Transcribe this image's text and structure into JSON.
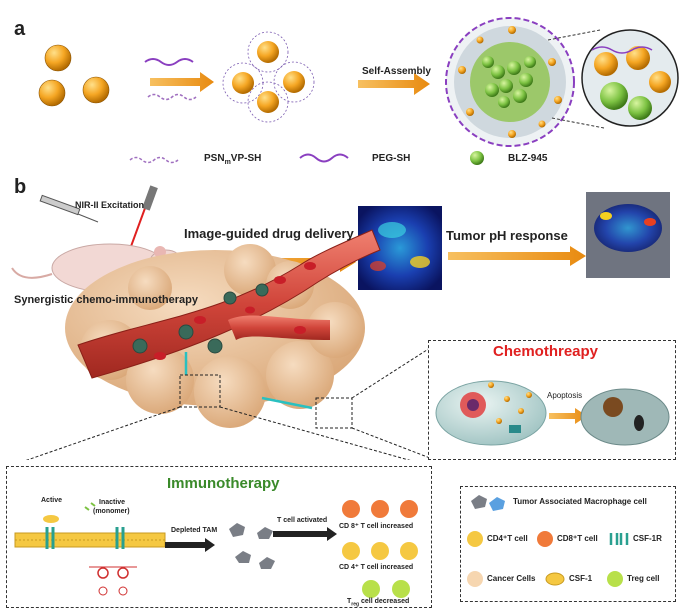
{
  "panel_a": {
    "letter": "a",
    "step_label": "Self-Assembly",
    "legend": {
      "psn_prefix": "PSN",
      "psn_sub": "m",
      "psn_suffix": "VP-SH",
      "peg": "PEG-SH",
      "blz": "BLZ-945"
    }
  },
  "panel_b": {
    "letter": "b",
    "excitation": "NIR-II Excitation",
    "image_guided": "Image-guided drug delivery",
    "ph_response": "Tumor pH response",
    "synergistic": "Synergistic chemo-immunotherapy"
  },
  "chemo": {
    "title": "Chemothreapy",
    "apoptosis": "Apoptosis"
  },
  "immuno": {
    "title": "Immunotherapy",
    "active": "Active",
    "inactive": "Inactive",
    "monomer": "(monomer)",
    "depleted": "Depleted TAM",
    "activated": "T cell activated",
    "cd8_line": "CD 8⁺ T cell increased",
    "cd4_line": "CD 4⁺ T cell increased",
    "treg_prefix": "T",
    "treg_sub": "reg",
    "treg_suffix": " cell decreased"
  },
  "legend_box": {
    "tam": "Tumor Associated Macrophage cell",
    "cd4": "CD4⁺T cell",
    "cd8": "CD8⁺T cell",
    "csf1r": "CSF-1R",
    "cancer": "Cancer Cells",
    "csf1": "CSF-1",
    "treg": "Treg cell"
  },
  "colors": {
    "arrow": "#f0a020",
    "immuno_title": "#3a8a2a",
    "chemo_title": "#e02020",
    "gold": "#f5a623",
    "peg": "#8a3fc0",
    "blz": "#7cc242",
    "vessel": "#d0453a",
    "tumor": "#e8c29a"
  }
}
